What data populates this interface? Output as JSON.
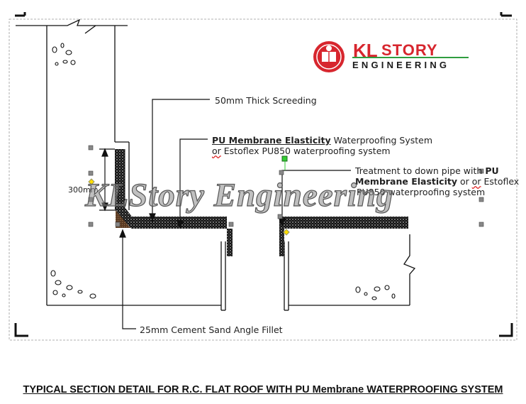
{
  "logo": {
    "kl": "KL",
    "story": "STORY",
    "engineering": "ENGINEERING",
    "colors": {
      "red": "#d7262e",
      "green": "#2f9e3f",
      "dark": "#1a1a1a"
    }
  },
  "watermark": "KLStory Engineering",
  "labels": {
    "screed": "50mm Thick Screeding",
    "pu_system_bold": "PU Membrane Elasticity",
    "pu_system_rest": " Waterproofing System",
    "pu_alt_or": "or",
    "pu_alt_rest": " Estoflex PU850 waterproofing system",
    "pipe_line1_pre": "Treatment to down pipe with ",
    "pipe_line1_bold": "PU",
    "pipe_line2_bold": "Membrane Elasticity",
    "pipe_line2_pre": " or ",
    "pipe_line2_or": "or",
    "pipe_line2_rest": " Estoflex",
    "pipe_line3": "PU850 waterproofing system",
    "dimension": "300mm",
    "fillet": "25mm Cement Sand Angle Fillet"
  },
  "caption": "TYPICAL SECTION DETAIL FOR R.C. FLAT ROOF WITH PU Membrane WATERPROOFING SYSTEM"
}
